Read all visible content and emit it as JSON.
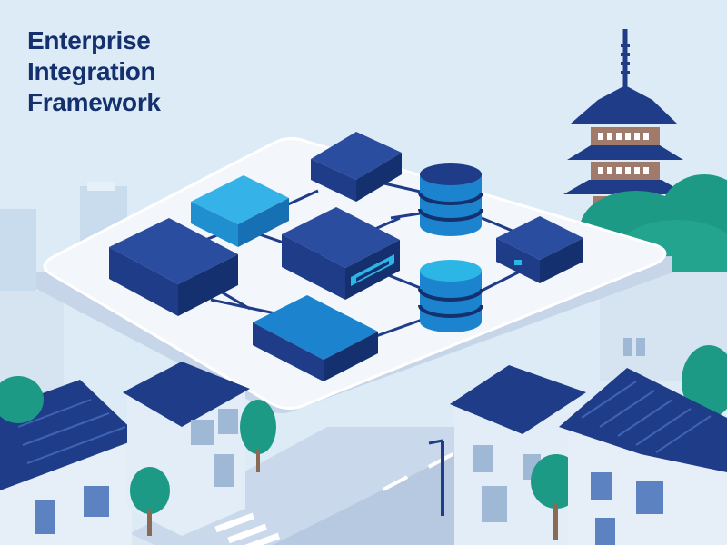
{
  "title": {
    "lines": [
      "Enterprise",
      "Integration",
      "Framework"
    ]
  },
  "colors": {
    "sky": "#dcebf6",
    "navy": "#1f3c88",
    "navy_dark": "#14306e",
    "blue": "#1c84cf",
    "cyan": "#2cb6e6",
    "platform": "#f3f7fb",
    "building": "#dbe8f4",
    "tree": "#1d9a86",
    "pagoda_wall": "#a07a6a"
  },
  "icons": {
    "server_block": "server-icon",
    "database": "database-icon",
    "pagoda": "pagoda-icon",
    "house": "house-icon",
    "tree": "tree-icon",
    "street_lamp": "street-lamp-icon"
  }
}
